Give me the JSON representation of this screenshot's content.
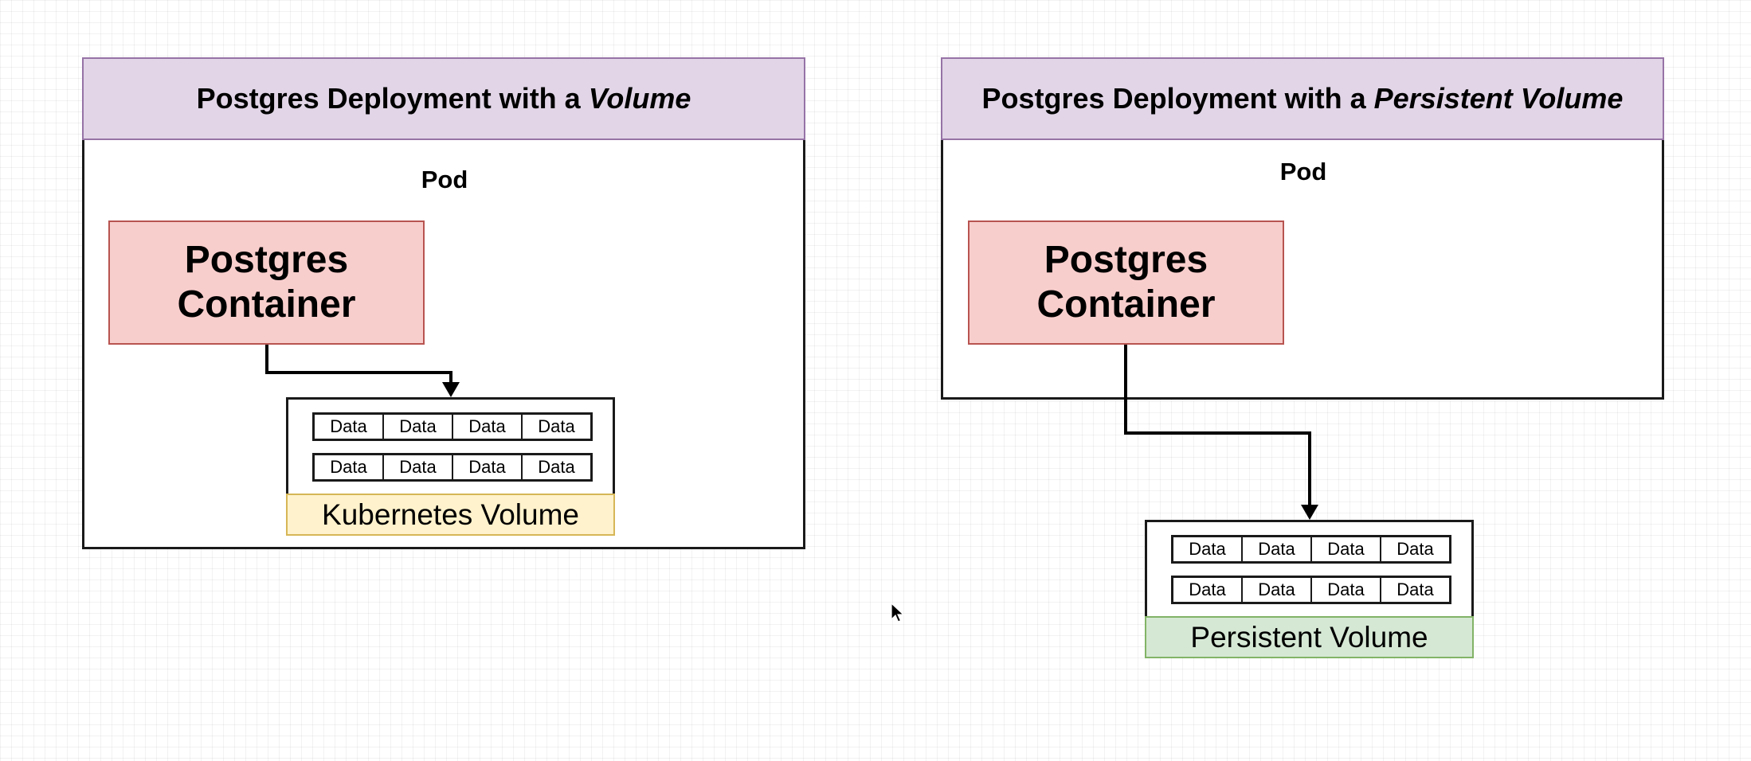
{
  "left": {
    "title_prefix": "Postgres Deployment with a ",
    "title_emphasis": "Volume",
    "pod_label": "Pod",
    "container_line1": "Postgres",
    "container_line2": "Container",
    "data_rows": [
      [
        "Data",
        "Data",
        "Data",
        "Data"
      ],
      [
        "Data",
        "Data",
        "Data",
        "Data"
      ]
    ],
    "volume_label": "Kubernetes Volume"
  },
  "right": {
    "title_prefix": "Postgres Deployment with a ",
    "title_emphasis": "Persistent Volume",
    "pod_label": "Pod",
    "container_line1": "Postgres",
    "container_line2": "Container",
    "data_rows": [
      [
        "Data",
        "Data",
        "Data",
        "Data"
      ],
      [
        "Data",
        "Data",
        "Data",
        "Data"
      ]
    ],
    "volume_label": "Persistent Volume"
  },
  "colors": {
    "header_fill": "#e1d5e7",
    "header_stroke": "#9673a6",
    "container_fill": "#f8cecc",
    "container_stroke": "#b85450",
    "k8s_volume_fill": "#fff2cc",
    "persistent_volume_fill": "#d5e8d4"
  }
}
